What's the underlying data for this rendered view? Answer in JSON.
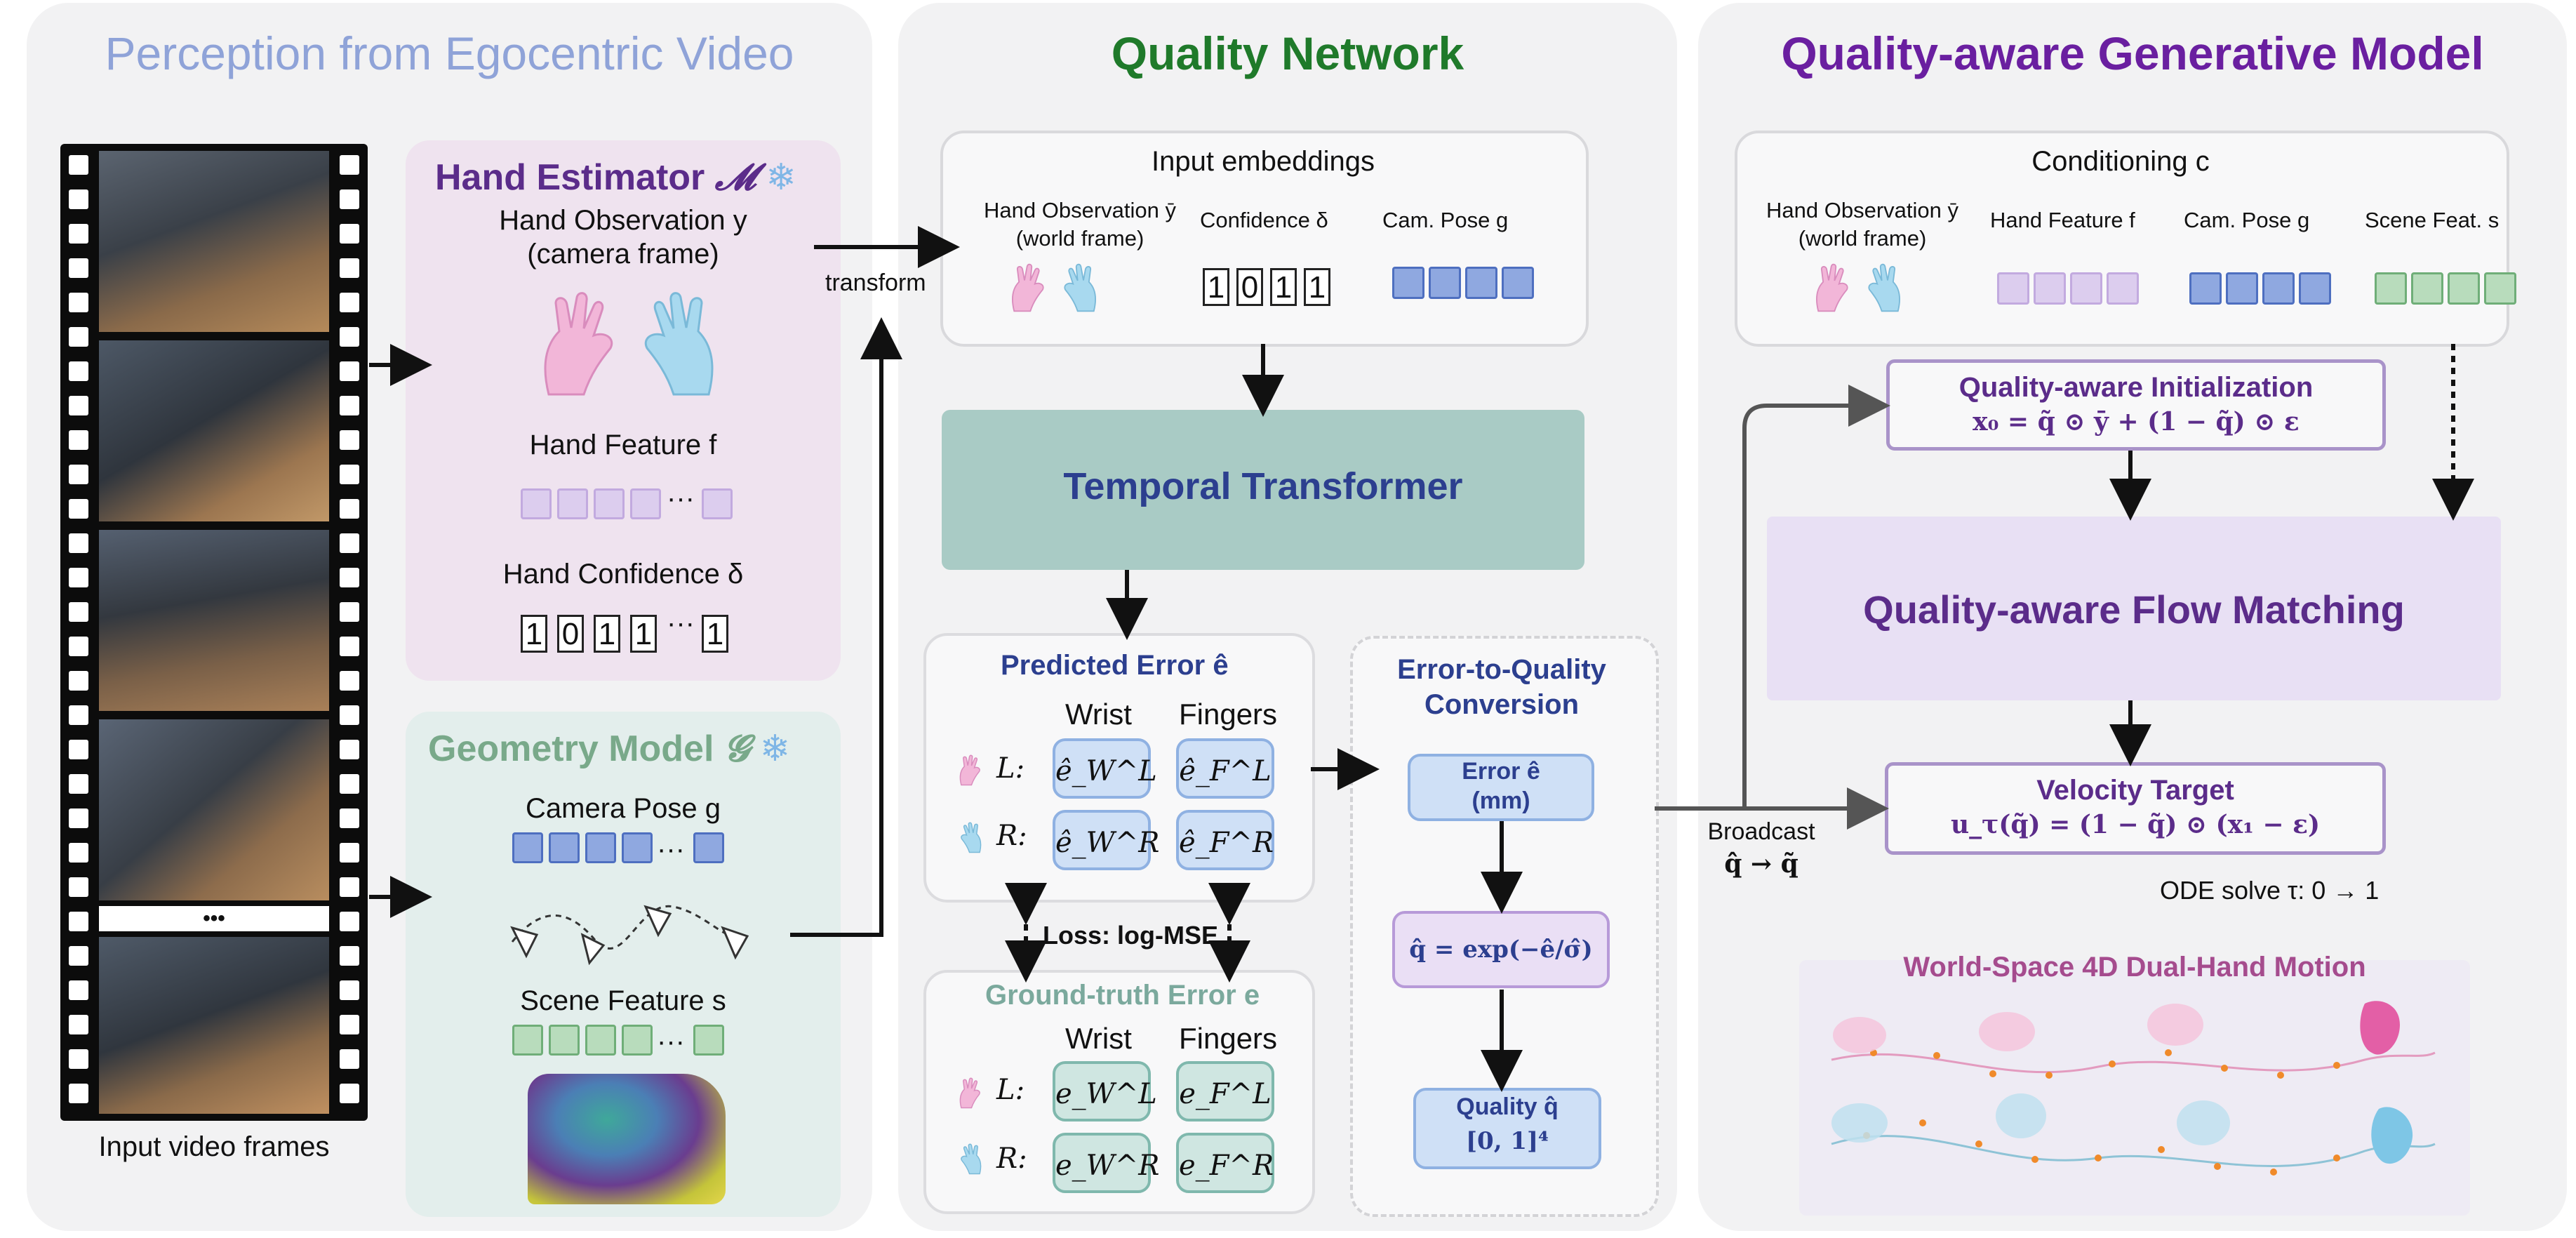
{
  "panels": {
    "perception": {
      "title": "Perception from Egocentric Video",
      "frames_caption": "Input video frames",
      "frames_ellipsis": "•••",
      "hand_estimator": {
        "title": "Hand Estimator",
        "symbol": "𝓜",
        "observation_label": "Hand Observation y",
        "observation_sub": "(camera frame)",
        "feature_label": "Hand Feature f",
        "confidence_label": "Hand Confidence δ",
        "confidence_bits": [
          "1",
          "0",
          "1",
          "1",
          "1"
        ],
        "ellipsis": "···"
      },
      "geometry_model": {
        "title": "Geometry Model",
        "symbol": "𝓖",
        "camera_pose_label": "Camera Pose g",
        "scene_feature_label": "Scene Feature s",
        "ellipsis": "···"
      },
      "snowflake": "❄"
    },
    "quality_network": {
      "title": "Quality Network",
      "transform_label": "transform",
      "input_embeddings": {
        "title": "Input embeddings",
        "observation_label": "Hand Observation ȳ",
        "observation_sub": "(world frame)",
        "confidence_label": "Confidence δ",
        "confidence_bits": [
          "1",
          "0",
          "1",
          "1"
        ],
        "camera_pose_label": "Cam. Pose g"
      },
      "temporal_transformer": "Temporal Transformer",
      "predicted_error": {
        "title": "Predicted Error ê",
        "col_wrist": "Wrist",
        "col_fingers": "Fingers",
        "row_left": "L:",
        "row_right": "R:",
        "cells": [
          "ê_W^L",
          "ê_F^L",
          "ê_W^R",
          "ê_F^R"
        ]
      },
      "loss_label": "Loss: log-MSE",
      "ground_truth_error": {
        "title": "Ground-truth Error e",
        "col_wrist": "Wrist",
        "col_fingers": "Fingers",
        "row_left": "L:",
        "row_right": "R:",
        "cells": [
          "e_W^L",
          "e_F^L",
          "e_W^R",
          "e_F^R"
        ]
      },
      "conversion": {
        "title_line1": "Error-to-Quality",
        "title_line2": "Conversion",
        "error_line1": "Error ê",
        "error_line2": "(mm)",
        "formula": "q̂ = exp(−ê/σ̂)",
        "quality_line1": "Quality q̂",
        "quality_line2": "[0, 1]⁴"
      }
    },
    "generative": {
      "title": "Quality-aware Generative Model",
      "conditioning": {
        "title": "Conditioning c",
        "observation_label": "Hand Observation ȳ",
        "observation_sub": "(world frame)",
        "feature_label": "Hand Feature f",
        "camera_pose_label": "Cam. Pose g",
        "scene_label": "Scene Feat. s"
      },
      "init": {
        "title": "Quality-aware Initialization",
        "formula": "x₀ = q̃ ⊙ ȳ + (1 − q̃) ⊙ ε"
      },
      "flow_matching": "Quality-aware Flow Matching",
      "velocity": {
        "title": "Velocity Target",
        "formula": "u_τ(q̃) = (1 − q̃) ⊙ (x₁ − ε)"
      },
      "broadcast_line1": "Broadcast",
      "broadcast_line2": "q̂ → q̃",
      "ode_label": "ODE solve τ: 0 → 1",
      "motion_title": "World-Space 4D Dual-Hand Motion"
    }
  },
  "colors": {
    "lavender": "#dccdee",
    "blue": "#8fa8e0",
    "green": "#b8dcbc",
    "teal": "#a9cbc5",
    "purple_text": "#5b2c8a",
    "navy_text": "#2c3f8f",
    "green_title": "#1f7a2a",
    "gen_title": "#6a1fa0",
    "percep_title": "#8fa3d8"
  }
}
